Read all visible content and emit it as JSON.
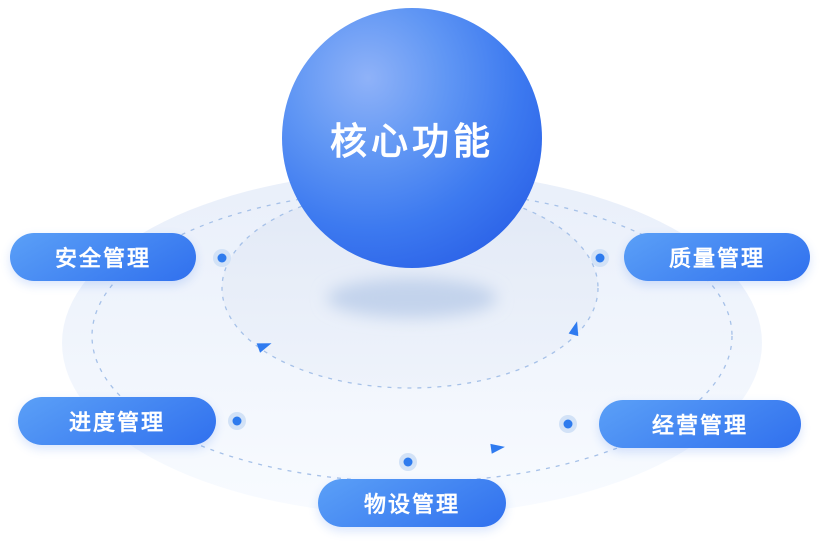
{
  "diagram": {
    "center_label": "核心功能",
    "nodes": [
      {
        "id": "safety",
        "label": "安全管理"
      },
      {
        "id": "quality",
        "label": "质量管理"
      },
      {
        "id": "progress",
        "label": "进度管理"
      },
      {
        "id": "operations",
        "label": "经营管理"
      },
      {
        "id": "facility",
        "label": "物设管理"
      }
    ],
    "colors": {
      "sphere_top": "#8fb2f8",
      "sphere_bottom": "#2559dd",
      "pill_start": "#5ba0f7",
      "pill_end": "#3070ee",
      "orbit_stroke": "#a6c1e8",
      "dot_core": "#2e7bee",
      "dot_halo": "#d2e2f7",
      "arrow": "#2f7bf0",
      "platform_top": "#e9effa",
      "platform_bottom": "#f8fbff"
    }
  }
}
